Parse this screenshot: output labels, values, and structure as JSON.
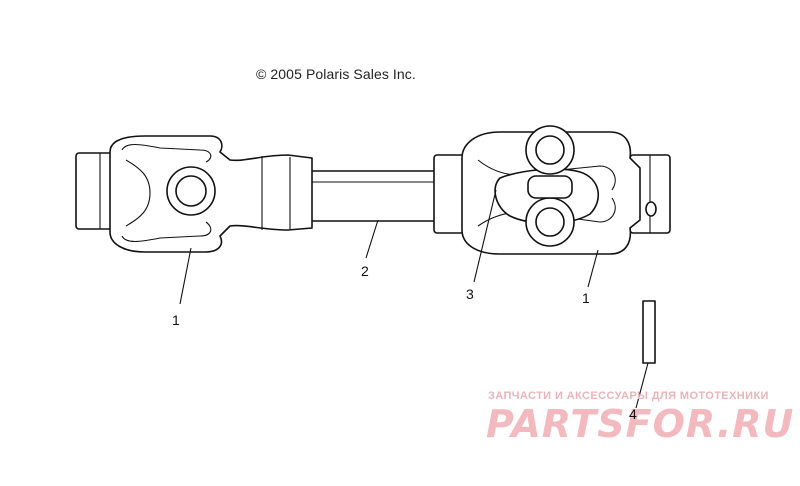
{
  "copyright": "© 2005 Polaris Sales Inc.",
  "callouts": {
    "c1_left": "1",
    "c2": "2",
    "c3": "3",
    "c1_right": "1",
    "c4": "4"
  },
  "watermark": {
    "tagline": "ЗАПЧАСТИ И АКСЕССУАРЫ ДЛЯ МОТОТЕХНИКИ",
    "brand": "PARTSFOR.RU"
  },
  "colors": {
    "line": "#111111",
    "watermark": "#f2b9bf"
  }
}
